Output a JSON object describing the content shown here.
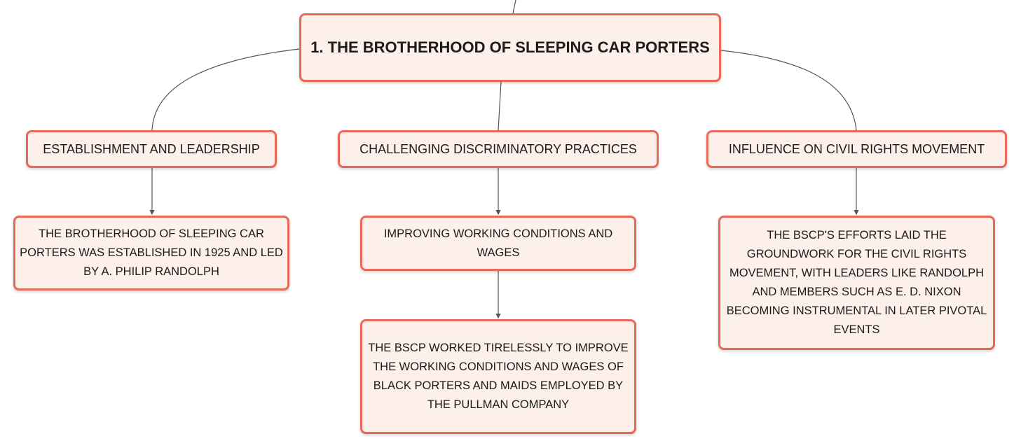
{
  "colors": {
    "node_border": "#e8695a",
    "node_fill": "#fdefe9",
    "connector": "#555555",
    "text": "#1c1c1c"
  },
  "root": {
    "label": "1. THE BROTHERHOOD OF SLEEPING CAR PORTERS"
  },
  "branches": [
    {
      "label": "ESTABLISHMENT AND LEADERSHIP",
      "children": [
        {
          "label": "THE BROTHERHOOD OF SLEEPING CAR PORTERS WAS ESTABLISHED IN 1925 AND LED BY A. PHILIP RANDOLPH"
        }
      ]
    },
    {
      "label": "CHALLENGING DISCRIMINATORY PRACTICES",
      "children": [
        {
          "label": "IMPROVING WORKING CONDITIONS AND WAGES",
          "children": [
            {
              "label": "THE BSCP WORKED TIRELESSLY TO IMPROVE THE WORKING CONDITIONS AND WAGES OF BLACK PORTERS AND MAIDS EMPLOYED BY THE PULLMAN COMPANY"
            }
          ]
        }
      ]
    },
    {
      "label": "INFLUENCE ON CIVIL RIGHTS MOVEMENT",
      "children": [
        {
          "label": "THE BSCP'S EFFORTS LAID THE GROUNDWORK FOR THE CIVIL RIGHTS MOVEMENT, WITH LEADERS LIKE RANDOLPH AND MEMBERS SUCH AS E. D. NIXON BECOMING INSTRUMENTAL IN LATER PIVOTAL EVENTS"
        }
      ]
    }
  ]
}
